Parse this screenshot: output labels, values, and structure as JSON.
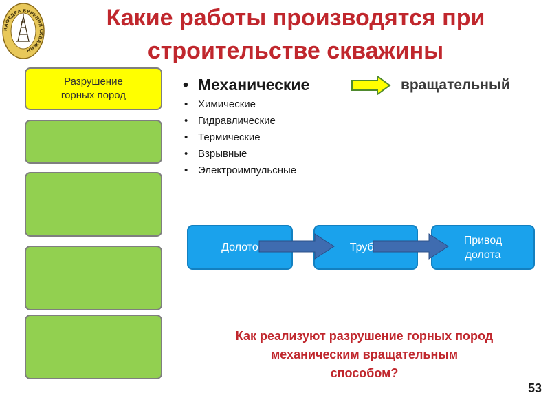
{
  "title": "Какие работы производятся при строительстве скважины",
  "logo": {
    "ring_text": "КАФЕДРА БУРЕНИЯ СКВАЖИН"
  },
  "left_boxes": {
    "yellow_label_line1": "Разрушение",
    "yellow_label_line2": "горных пород"
  },
  "methods": {
    "main": "Механические",
    "items": [
      "Химические",
      "Гидравлические",
      "Термические",
      "Взрывные",
      "Электроимпульсные"
    ],
    "result": "вращательный"
  },
  "flow": {
    "box1": "Долото",
    "box2": "Трубы",
    "box3_line1": "Привод",
    "box3_line2": "долота"
  },
  "question": {
    "line1": "Как реализуют разрушение горных пород",
    "line2": "механическим вращательным",
    "line3": "способом?"
  },
  "page_number": "53",
  "colors": {
    "title": "#c0272d",
    "yellow_box": "#ffff00",
    "green_box": "#92d050",
    "blue_box": "#1aa2ec",
    "flow_arrow": "#3f6cb0",
    "yellow_arrow": "#ffff00"
  }
}
